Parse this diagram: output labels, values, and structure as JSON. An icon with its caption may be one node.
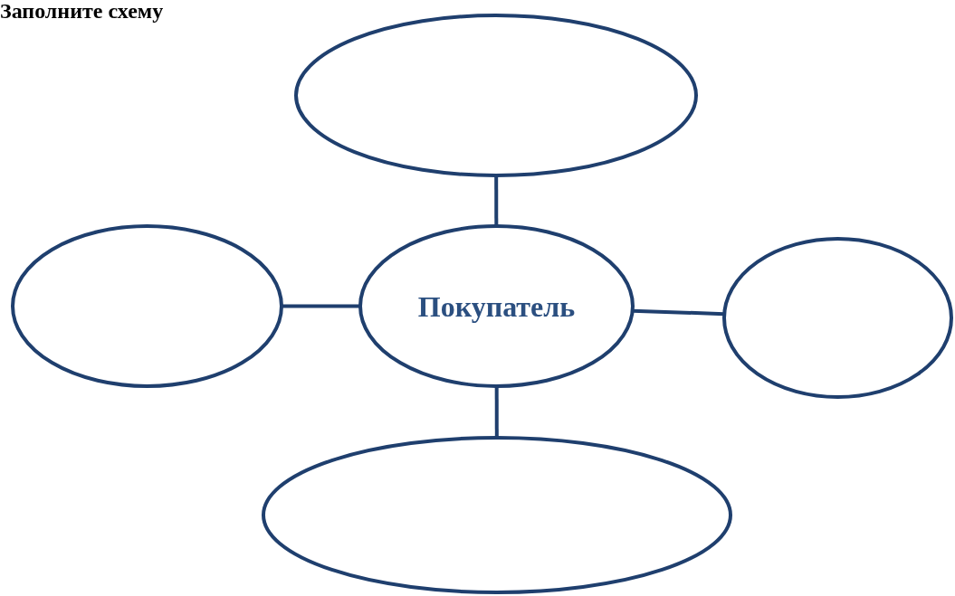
{
  "diagram": {
    "title": "Заполните схему",
    "nodes": [
      {
        "text": [],
        "shape": "ellipse"
      },
      {
        "text": [],
        "shape": "ellipse"
      },
      {
        "text": [
          "Покупатель"
        ]
      },
      {
        "text": [],
        "shape": "ellipse"
      },
      {
        "text": [],
        "shape": "ellipse"
      }
    ],
    "edges": [
      {
        "from": 2,
        "to": 0,
        "arrow": "none"
      },
      {
        "from": 2,
        "to": 1,
        "arrow": "none"
      },
      {
        "from": 2,
        "to": 3,
        "arrow": "none"
      },
      {
        "from": 2,
        "to": 4,
        "arrow": "none"
      }
    ]
  }
}
